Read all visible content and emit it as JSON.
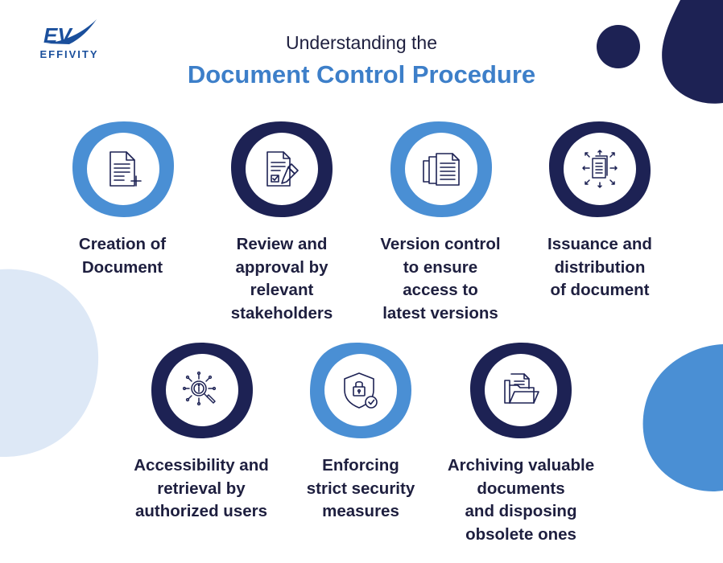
{
  "logo": {
    "mark": "EV",
    "word": "EFFIVITY"
  },
  "header": {
    "line1": "Understanding the",
    "line2": "Document Control Procedure"
  },
  "colors": {
    "navy": "#1d2254",
    "blue": "#4a8fd4",
    "title_blue": "#3d7fc9",
    "light_blue": "#dde8f6",
    "text": "#1e1f3f"
  },
  "steps": [
    {
      "icon": "document-plus-icon",
      "ring": "blue",
      "lines": [
        "Creation of",
        "Document"
      ]
    },
    {
      "icon": "document-approval-icon",
      "ring": "navy",
      "lines": [
        "Review and",
        "approval by",
        "relevant",
        "stakeholders"
      ]
    },
    {
      "icon": "document-versions-icon",
      "ring": "blue",
      "lines": [
        "Version control",
        "to ensure",
        "access to",
        "latest versions"
      ]
    },
    {
      "icon": "document-distribution-icon",
      "ring": "navy",
      "lines": [
        "Issuance and",
        "distribution",
        "of document"
      ]
    },
    {
      "icon": "search-info-icon",
      "ring": "navy",
      "lines": [
        "Accessibility and",
        "retrieval by",
        "authorized users"
      ]
    },
    {
      "icon": "security-shield-icon",
      "ring": "blue",
      "lines": [
        "Enforcing",
        "strict security",
        "measures"
      ]
    },
    {
      "icon": "archive-folder-icon",
      "ring": "navy",
      "lines": [
        "Archiving valuable",
        "documents",
        "and disposing",
        "obsolete ones"
      ]
    }
  ]
}
